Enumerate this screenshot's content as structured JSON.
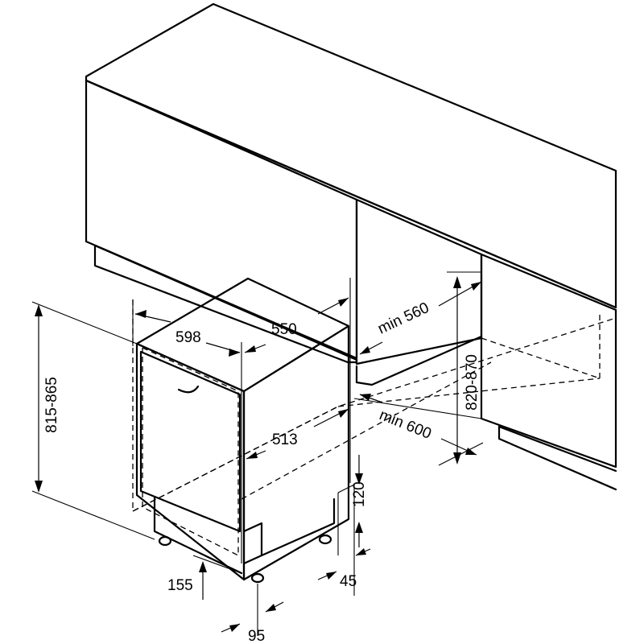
{
  "dimensions": {
    "appliance_width": "598",
    "appliance_depth": "550",
    "door_panel_width": "513",
    "appliance_height": "815-865",
    "niche_width": "min 560",
    "niche_depth": "min 600",
    "niche_height": "820-870",
    "plinth_height": "120",
    "plinth_setback": "45",
    "foot_height": "155",
    "foot_offset": "95"
  }
}
